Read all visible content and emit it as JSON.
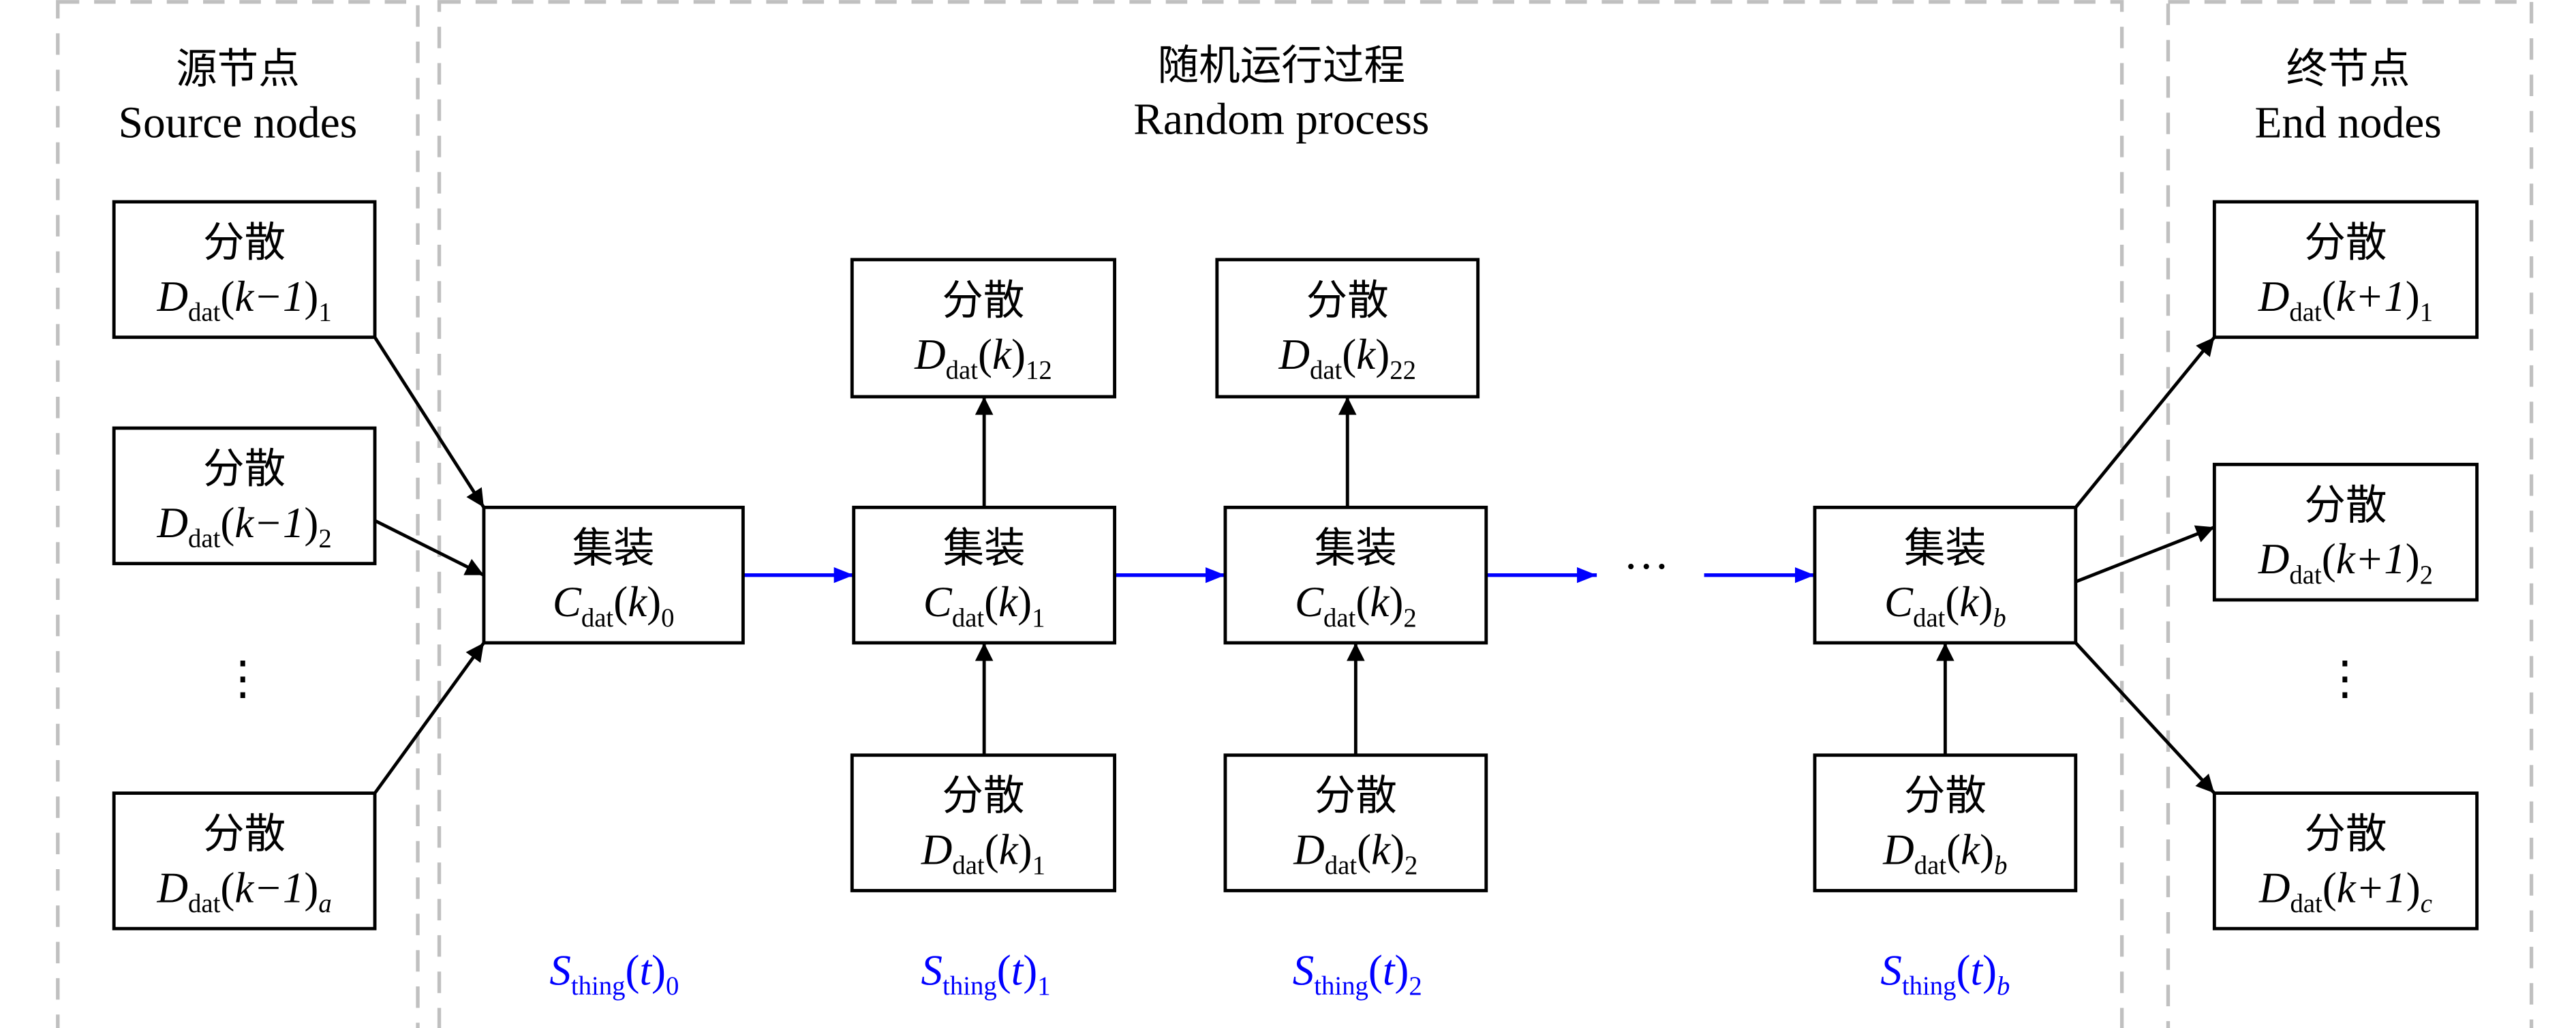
{
  "panels": {
    "source": {
      "title_cn": "源节点",
      "title_en": "Source nodes"
    },
    "process": {
      "title_cn": "随机运行过程",
      "title_en": "Random process"
    },
    "end": {
      "title_cn": "终节点",
      "title_en": "End nodes"
    }
  },
  "labels": {
    "disperse": "分散",
    "assemble": "集装"
  },
  "colors": {
    "flow": "#0000ff",
    "panel_border": "#c0c0c0",
    "node_border": "#000000"
  },
  "source_nodes": [
    {
      "sym": "D",
      "sub": "dat",
      "arg": "k−1",
      "idx": "1",
      "idx_italic": false
    },
    {
      "sym": "D",
      "sub": "dat",
      "arg": "k−1",
      "idx": "2",
      "idx_italic": false
    },
    {
      "sym": "D",
      "sub": "dat",
      "arg": "k−1",
      "idx": "a",
      "idx_italic": true
    }
  ],
  "assemble_nodes": [
    {
      "sym": "C",
      "sub": "dat",
      "arg": "k",
      "idx": "0",
      "idx_italic": false
    },
    {
      "sym": "C",
      "sub": "dat",
      "arg": "k",
      "idx": "1",
      "idx_italic": false
    },
    {
      "sym": "C",
      "sub": "dat",
      "arg": "k",
      "idx": "2",
      "idx_italic": false
    },
    {
      "sym": "C",
      "sub": "dat",
      "arg": "k",
      "idx": "b",
      "idx_italic": true
    }
  ],
  "upper_disperse_nodes": [
    {
      "sym": "D",
      "sub": "dat",
      "arg": "k",
      "idx": "12",
      "idx_italic": false
    },
    {
      "sym": "D",
      "sub": "dat",
      "arg": "k",
      "idx": "22",
      "idx_italic": false
    }
  ],
  "lower_disperse_nodes": [
    {
      "sym": "D",
      "sub": "dat",
      "arg": "k",
      "idx": "1",
      "idx_italic": false
    },
    {
      "sym": "D",
      "sub": "dat",
      "arg": "k",
      "idx": "2",
      "idx_italic": false
    },
    {
      "sym": "D",
      "sub": "dat",
      "arg": "k",
      "idx": "b",
      "idx_italic": true
    }
  ],
  "end_nodes": [
    {
      "sym": "D",
      "sub": "dat",
      "arg": "k+1",
      "idx": "1",
      "idx_italic": false
    },
    {
      "sym": "D",
      "sub": "dat",
      "arg": "k+1",
      "idx": "2",
      "idx_italic": false
    },
    {
      "sym": "D",
      "sub": "dat",
      "arg": "k+1",
      "idx": "c",
      "idx_italic": true
    }
  ],
  "state_labels": [
    {
      "sym": "S",
      "sub": "thing",
      "arg": "t",
      "idx": "0",
      "idx_italic": false
    },
    {
      "sym": "S",
      "sub": "thing",
      "arg": "t",
      "idx": "1",
      "idx_italic": false
    },
    {
      "sym": "S",
      "sub": "thing",
      "arg": "t",
      "idx": "2",
      "idx_italic": false
    },
    {
      "sym": "S",
      "sub": "thing",
      "arg": "t",
      "idx": "b",
      "idx_italic": true
    }
  ],
  "ellipsis_horizontal": "···",
  "ellipsis_vertical": "⋮"
}
